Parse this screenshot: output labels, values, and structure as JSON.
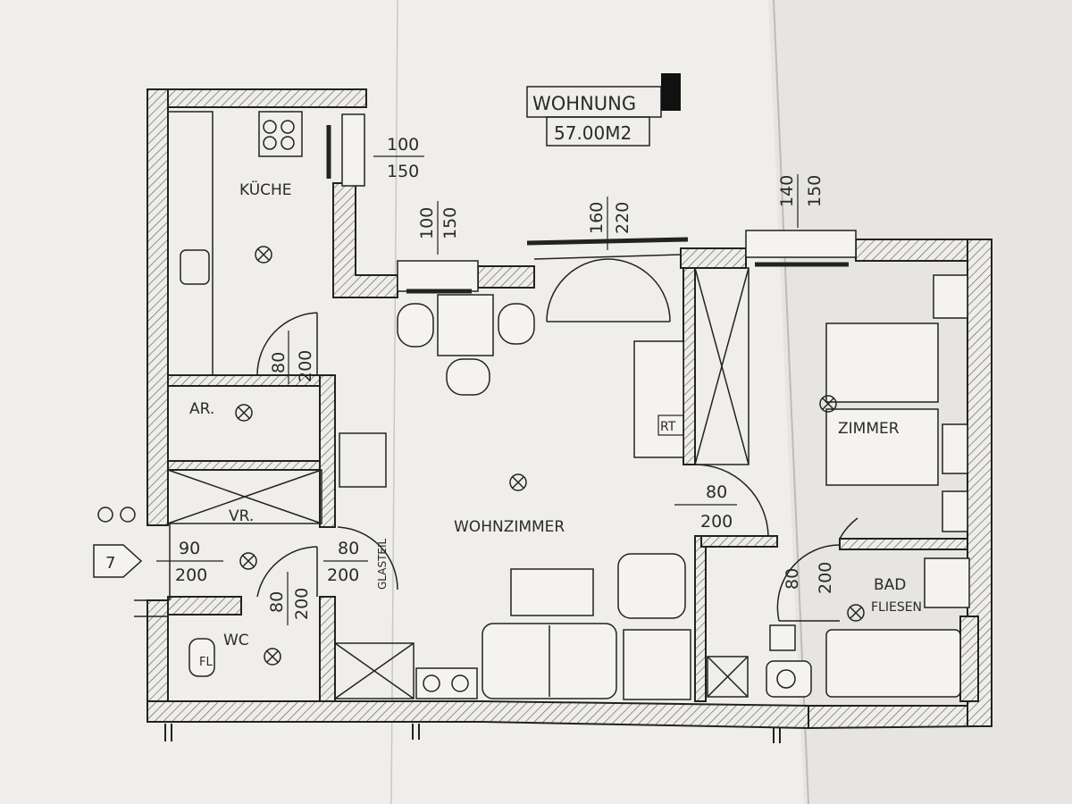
{
  "apartment": {
    "title": "WOHNUNG",
    "area": "57.00M2",
    "unit_number": "7"
  },
  "rooms": {
    "kitchen": "KÜCHE",
    "storage": "AR.",
    "hall": "VR.",
    "wc": "WC",
    "wc_floor": "FL",
    "living": "WOHNZIMMER",
    "bedroom": "ZIMMER",
    "bath": "BAD",
    "bath_finish": "FLIESEN",
    "radiator": "RT",
    "glass": "GLASTEIL"
  },
  "dimensions": {
    "kitchen_window_w": "100",
    "kitchen_window_h": "150",
    "living_window_w": "100",
    "living_window_h": "150",
    "balcony_door_w": "160",
    "balcony_door_h": "220",
    "bedroom_window_w": "140",
    "bedroom_window_h": "150",
    "kitchen_door_w": "80",
    "kitchen_door_h": "200",
    "entry_door_w": "90",
    "entry_door_h": "200",
    "living_door_w": "80",
    "living_door_h": "200",
    "wc_door_w": "80",
    "wc_door_h": "200",
    "bedroom_door_w": "80",
    "bedroom_door_h": "200",
    "bath_door_w": "80",
    "bath_door_h": "200"
  }
}
